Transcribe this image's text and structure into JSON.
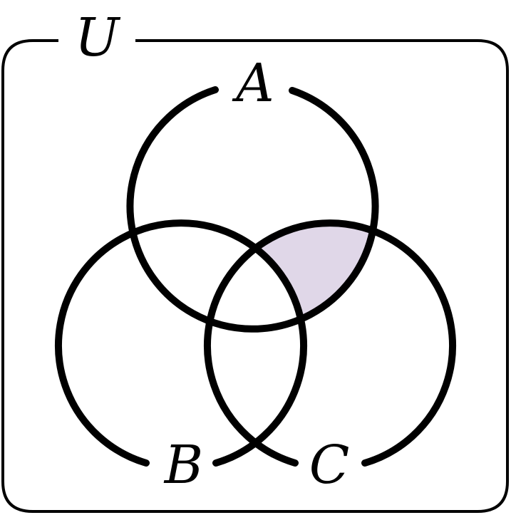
{
  "diagram": {
    "type": "venn-three-sets",
    "universe_label": "U",
    "sets": [
      {
        "id": "A",
        "label": "A"
      },
      {
        "id": "B",
        "label": "B"
      },
      {
        "id": "C",
        "label": "C"
      }
    ],
    "shaded_region": "A ∩ C ∩ B'",
    "colors": {
      "stroke": "#000000",
      "shade": "#e0d7e8",
      "background": "#ffffff"
    }
  }
}
